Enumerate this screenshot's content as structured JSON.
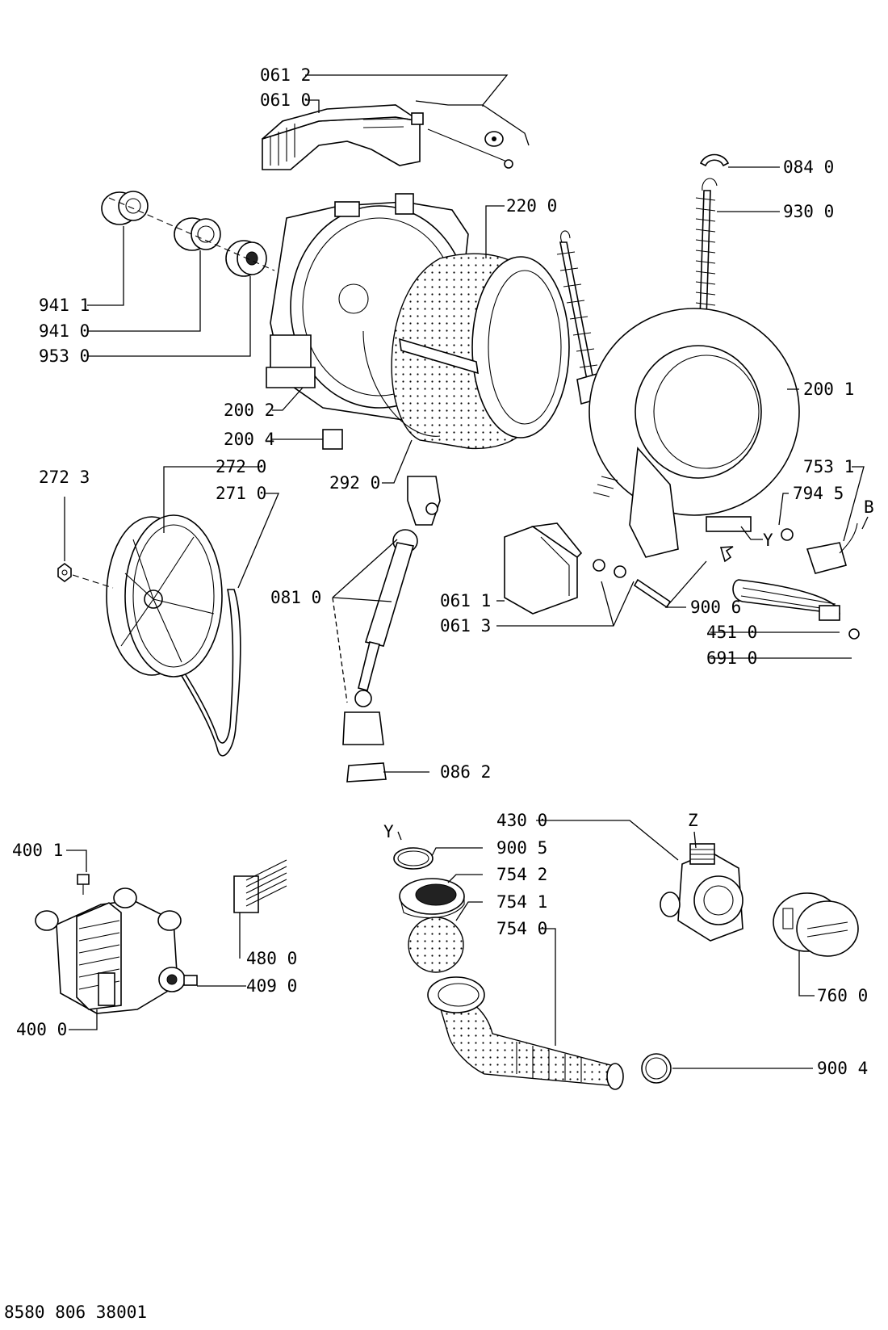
{
  "labels": {
    "p0612": "061 2",
    "p0610": "061 0",
    "p0840": "084 0",
    "p2200": "220 0",
    "p9300": "930 0",
    "p9411": "941 1",
    "p9410": "941 0",
    "p9530": "953 0",
    "p2001": "200 1",
    "p2002": "200 2",
    "p2004": "200 4",
    "p7531": "753 1",
    "p2723": "272 3",
    "p2720": "272 0",
    "p2920": "292 0",
    "p7945": "794 5",
    "pB": "B",
    "p2710": "271 0",
    "pY1": "Y",
    "p0810": "081 0",
    "p0611": "061 1",
    "p9006": "900 6",
    "p0613": "061 3",
    "p4510": "451 0",
    "p6910": "691 0",
    "p0862": "086 2",
    "p4300": "430 0",
    "pZ": "Z",
    "pY2": "Y",
    "p9005": "900 5",
    "p4001": "400 1",
    "p7542": "754 2",
    "p7541": "754 1",
    "p7540": "754 0",
    "p4800": "480 0",
    "p4090": "409 0",
    "p7600": "760 0",
    "p4000": "400 0",
    "p9004": "900 4"
  },
  "footer": {
    "code": "8580 806 38001"
  }
}
